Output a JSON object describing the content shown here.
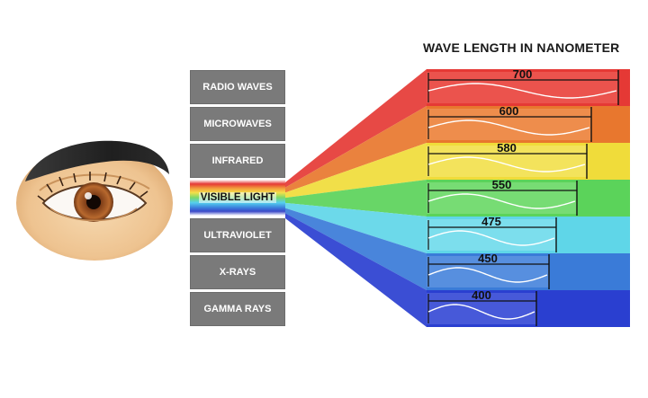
{
  "title": "WAVE LENGTH IN NANOMETER",
  "spectrum": [
    {
      "label": "RADIO WAVES"
    },
    {
      "label": "MICROWAVES"
    },
    {
      "label": "INFRARED"
    },
    {
      "label": "VISIBLE LIGHT"
    },
    {
      "label": "ULTRAVIOLET"
    },
    {
      "label": "X-RAYS"
    },
    {
      "label": "GAMMA RAYS"
    }
  ],
  "wavelengths": [
    {
      "value": "700",
      "color": "#e53935",
      "light": "#f06a60"
    },
    {
      "value": "600",
      "color": "#e8772e",
      "light": "#f2a066"
    },
    {
      "value": "580",
      "color": "#f0dc3a",
      "light": "#f6e978"
    },
    {
      "value": "550",
      "color": "#5bd35a",
      "light": "#8ee48a"
    },
    {
      "value": "475",
      "color": "#5fd6e8",
      "light": "#93e6f1"
    },
    {
      "value": "450",
      "color": "#3a7bd8",
      "light": "#6fa0e6"
    },
    {
      "value": "400",
      "color": "#2a3fd0",
      "light": "#5e6fe0"
    }
  ]
}
